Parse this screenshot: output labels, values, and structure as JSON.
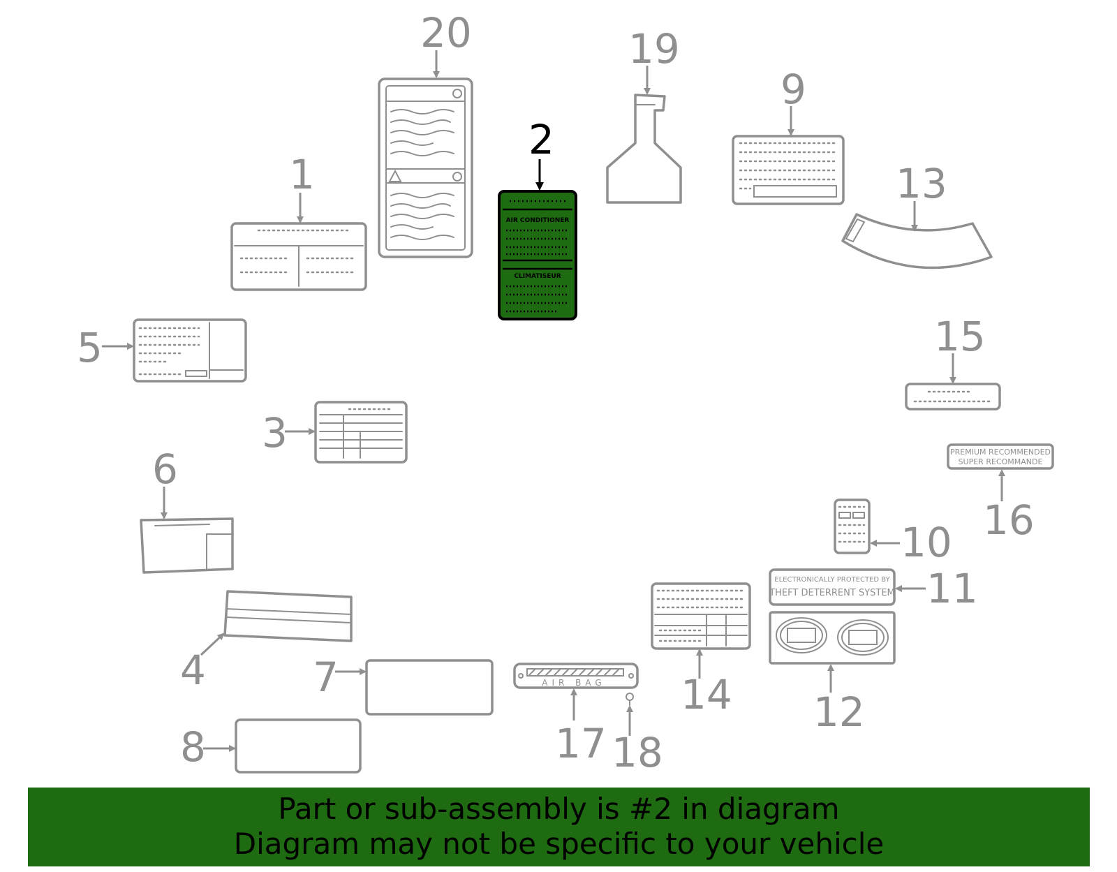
{
  "callouts": {
    "n1": "1",
    "n2": "2",
    "n3": "3",
    "n4": "4",
    "n5": "5",
    "n6": "6",
    "n7": "7",
    "n8": "8",
    "n9": "9",
    "n10": "10",
    "n11": "11",
    "n12": "12",
    "n13": "13",
    "n14": "14",
    "n15": "15",
    "n16": "16",
    "n17": "17",
    "n18": "18",
    "n19": "19",
    "n20": "20"
  },
  "highlighted_part": "2",
  "label_texts": {
    "airbag": "AIR BAG",
    "theft_line1": "ELECTRONICALLY PROTECTED BY",
    "theft_line2": "THEFT DETERRENT SYSTEM",
    "fuel_line1": "PREMIUM RECOMMENDED",
    "fuel_line2": "SUPER RECOMMANDE",
    "part2_heading1": "AIR CONDITIONER",
    "part2_heading2": "CLIMATISEUR"
  },
  "banner": {
    "line1": "Part or sub-assembly is #2 in diagram",
    "line2": "Diagram may not be specific to your vehicle"
  },
  "colors": {
    "highlight": "#1e6b12",
    "banner": "#1e6b12",
    "parts_stroke": "#8f8f8f"
  }
}
